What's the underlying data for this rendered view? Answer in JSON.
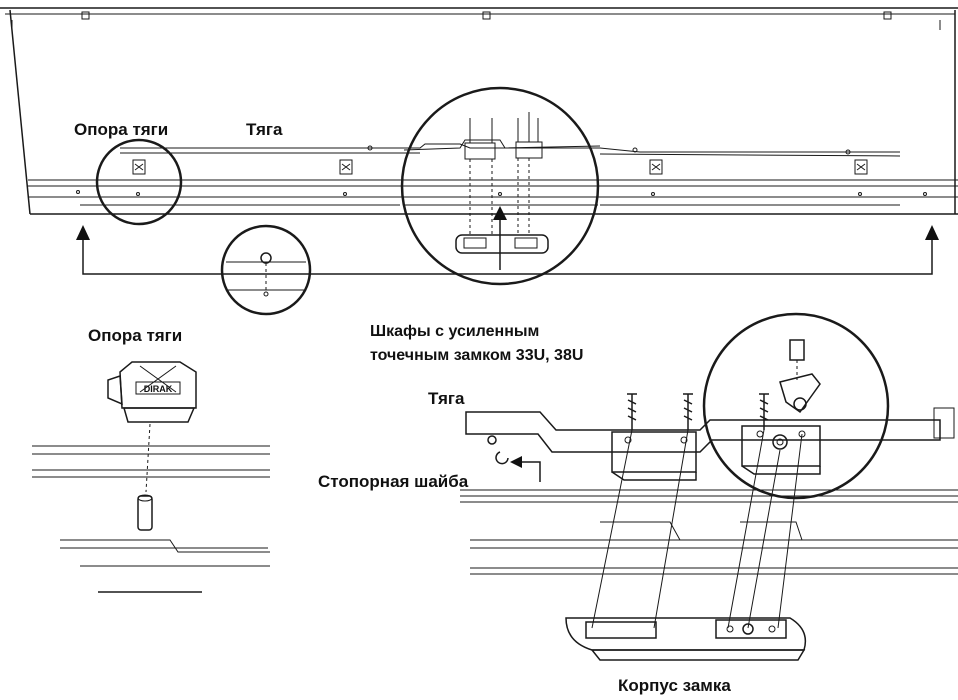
{
  "labels": {
    "top_support": "Опора тяги",
    "top_rod": "Тяга",
    "support_detail_title": "Опора тяги",
    "support_brand": "DIRAK",
    "cabinet_line1": "Шкафы с усиленным",
    "cabinet_line2": "точечным замком 33U, 38U",
    "rod_detail": "Тяга",
    "lock_washer": "Стопорная шайба",
    "lock_body": "Корпус замка"
  },
  "colors": {
    "ink": "#111111",
    "fill_light": "#e6e6e6",
    "fill_mid": "#cfcfcf",
    "background": "#ffffff"
  },
  "icons": {
    "up_arrow_left": "arrow-up-icon",
    "up_arrow_right": "arrow-up-icon",
    "washer_pointer": "arrow-left-icon"
  }
}
